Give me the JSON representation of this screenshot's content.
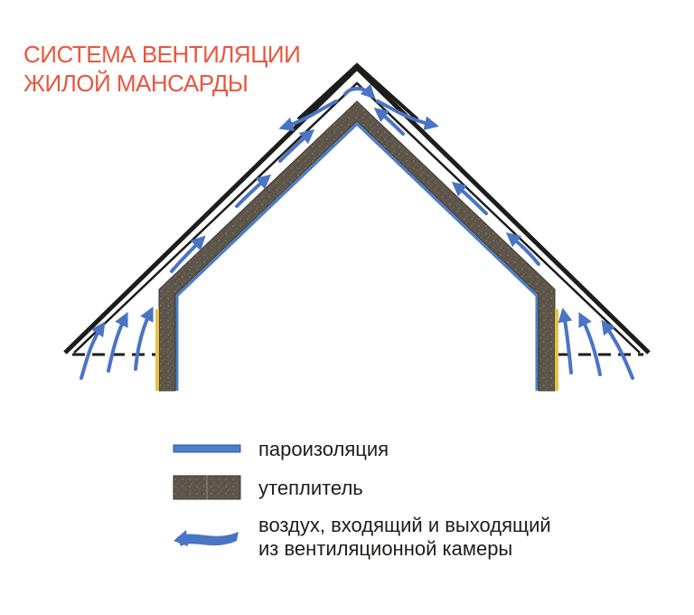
{
  "title": {
    "line1": "СИСТЕМА ВЕНТИЛЯЦИИ",
    "line2": "ЖИЛОЙ МАНСАРДЫ"
  },
  "legend": {
    "vapor_barrier": "пароизоляция",
    "insulation": "утеплитель",
    "airflow_line1": "воздух, входящий и выходящий",
    "airflow_line2": "из вентиляционной камеры"
  },
  "colors": {
    "title": "#e8573f",
    "vapor_barrier": "#4a7ec8",
    "insulation": "#5d5549",
    "airflow": "#4a74c4",
    "roof": "#1d1d1b",
    "wall_trim": "#e7c24a"
  },
  "icons": [
    "airflow-arrow-icon"
  ]
}
